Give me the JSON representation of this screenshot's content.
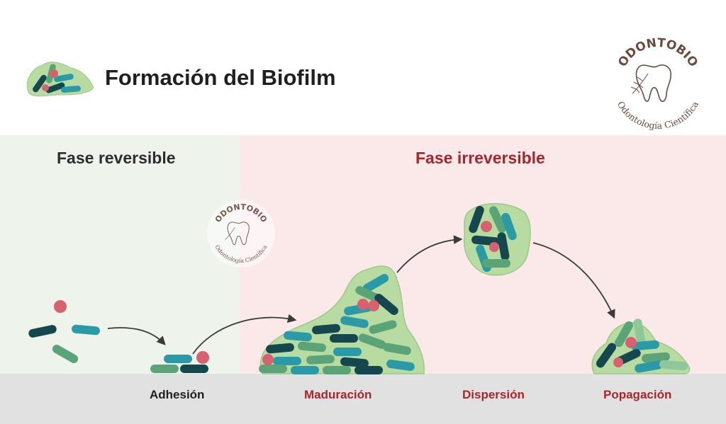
{
  "header": {
    "title": "Formación del Biofilm",
    "icon": "bacteria-cluster-icon"
  },
  "phases": {
    "reversible": "Fase reversible",
    "irreversible": "Fase irreversible"
  },
  "stages": [
    {
      "label": "Adhesión"
    },
    {
      "label": "Maduración"
    },
    {
      "label": "Dispersión"
    },
    {
      "label": "Popagación"
    }
  ],
  "logo": {
    "name": "ODONTOBIO",
    "subtitle": "Odontología Científica"
  },
  "colors": {
    "reversible_bg": "#eef3ec",
    "irreversible_bg": "#fbe9ea",
    "ground": "#e1e1e1",
    "accent_red": "#a8262b",
    "bacteria_teal": "#2a9aa6",
    "bacteria_dark": "#14474e",
    "bacteria_green": "#5aa478",
    "cocci_pink": "#d9606f",
    "matrix": "#b7dba0"
  }
}
